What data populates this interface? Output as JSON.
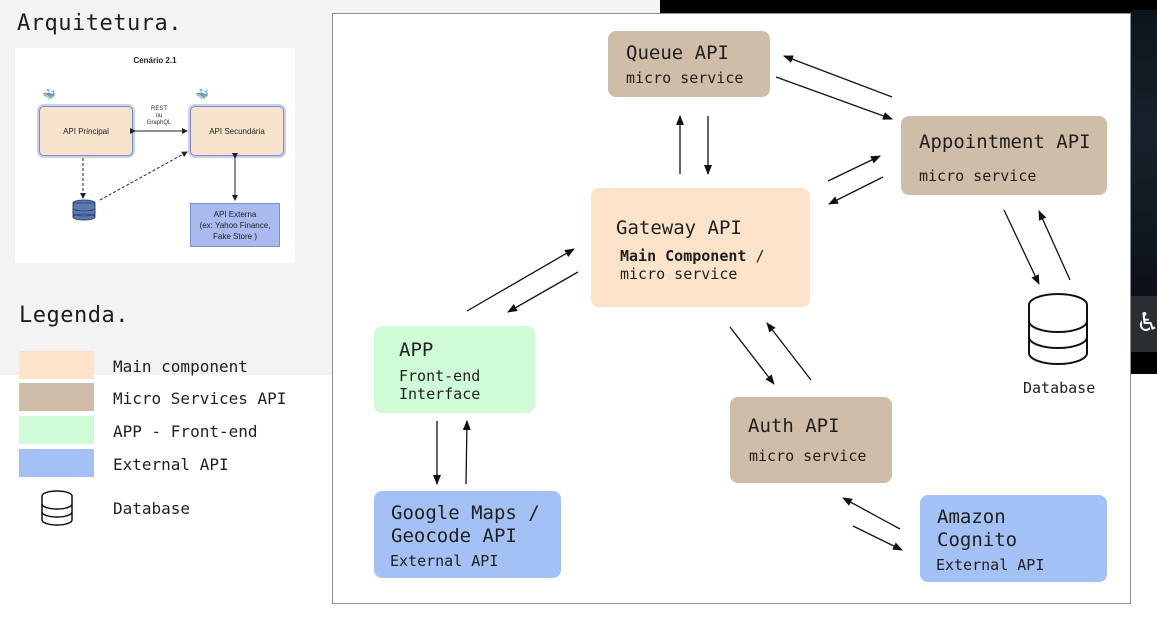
{
  "left_panel": {
    "title": "Arquitetura.",
    "legend_title": "Legenda.",
    "scenario_thumbnail": {
      "title": "Cenário 2.1",
      "api_principal": "API Principal",
      "api_secundaria": "API Secundária",
      "rest_label": "REST\nou\nGraphQL",
      "api_externa": "API Externa\n(ex: Yahoo Finance,\nFake Store )"
    },
    "legend": [
      {
        "label": "Main component",
        "color": "#fde3c9"
      },
      {
        "label": "Micro Services API",
        "color": "#cfbda7"
      },
      {
        "label": "APP - Front-end",
        "color": "#cffcd7"
      },
      {
        "label": "External API",
        "color": "#a4c1f5"
      },
      {
        "label": "Database",
        "icon": "database-icon"
      }
    ]
  },
  "diagram": {
    "queue": {
      "title": "Queue API",
      "subtitle": "micro service"
    },
    "appointment": {
      "title": "Appointment API",
      "subtitle": "micro service"
    },
    "gateway": {
      "title": "Gateway API",
      "subtitle_bold": "Main Component",
      "subtitle_sep": " /",
      "subtitle": "micro service"
    },
    "app": {
      "title": "APP",
      "subtitle_1": "Front-end",
      "subtitle_2": "Interface"
    },
    "auth": {
      "title": "Auth API",
      "subtitle": "micro service"
    },
    "google": {
      "title_1": "Google Maps /",
      "title_2": "Geocode API",
      "subtitle": "External API"
    },
    "cognito": {
      "title_1": "Amazon",
      "title_2": "Cognito",
      "subtitle": "External API"
    },
    "database": {
      "label": "Database",
      "icon": "database-icon"
    }
  },
  "colors": {
    "main": "#fde3c9",
    "micro": "#cfbda7",
    "app": "#cffcd7",
    "external": "#a4c1f5"
  }
}
